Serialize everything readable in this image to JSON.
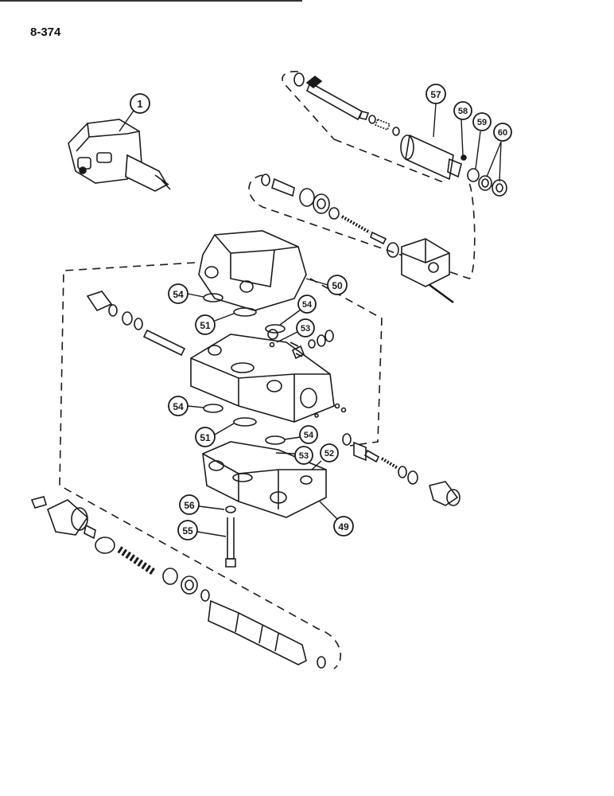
{
  "page_number": "8-374",
  "callouts": {
    "c1": "1",
    "c57": "57",
    "c58": "58",
    "c59": "59",
    "c60": "60",
    "c50": "50",
    "c54a": "54",
    "c51a": "51",
    "c54b": "54",
    "c53a": "53",
    "c54c": "54",
    "c51b": "51",
    "c54d": "54",
    "c53b": "53",
    "c52": "52",
    "c56": "56",
    "c55": "55",
    "c49": "49"
  },
  "colors": {
    "ink": "#1a1a1a",
    "paper": "#ffffff"
  }
}
